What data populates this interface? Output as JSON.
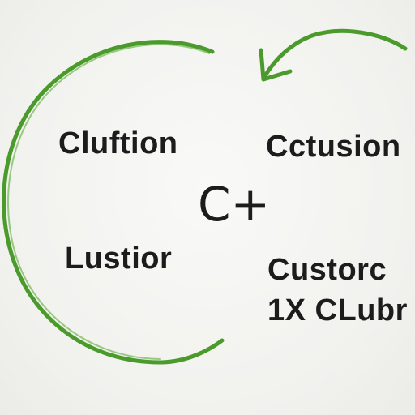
{
  "diagram": {
    "labels": {
      "top_left": "Cluftion",
      "top_right": "Cctusion",
      "bottom_left": "Lustior",
      "bottom_right_line1": "Custorc",
      "bottom_right_line2": "1X CLubr"
    },
    "center_symbol": "C+",
    "arrow_color": "#4a9a2c"
  }
}
